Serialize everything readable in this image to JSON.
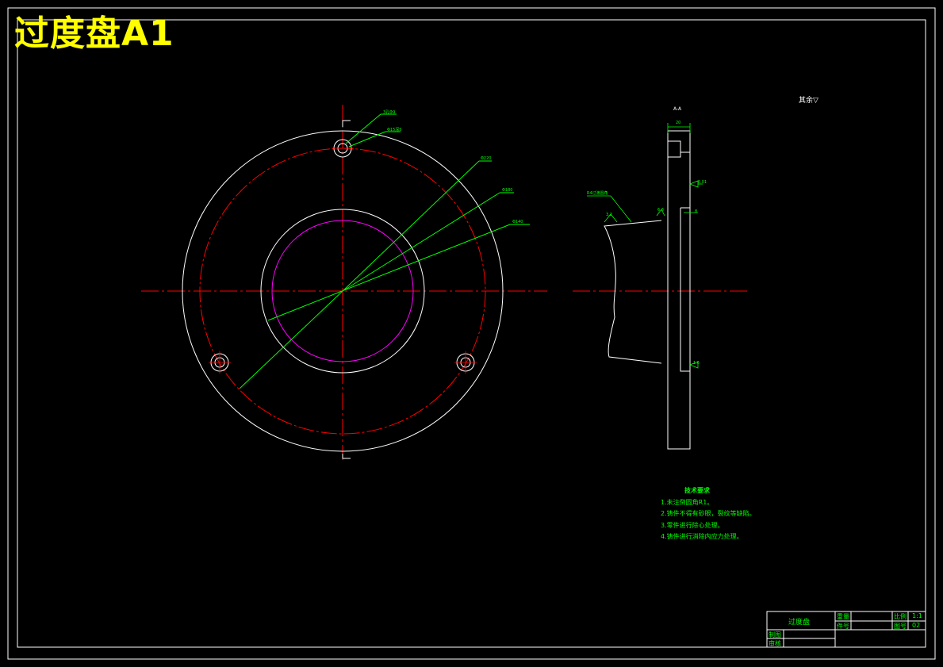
{
  "drawing": {
    "title": "过度盘A1",
    "roughness_note": "其余▽",
    "section_label": "A-A"
  },
  "annotations": {
    "hole_callout_1": "3孔Φ9",
    "hole_callout_2": "Φ15深5",
    "dia_1": "Φ220",
    "dia_2": "Φ180",
    "dia_3": "Φ140",
    "dim_top": "20",
    "surface_note": "R4过渡圆角",
    "tol_1": "0.01",
    "rough_1": "3.2",
    "rough_2": "6.3",
    "rough_3": "1.6",
    "side_dim": "8"
  },
  "tech_requirements": {
    "heading": "技术要求",
    "items": [
      "1.未注倒圆角R1。",
      "2.铸件不得有砂眼，裂纹等缺陷。",
      "3.零件进行除心处理。",
      "4.铸件进行消除内应力处理。"
    ]
  },
  "title_block": {
    "part_name": "过度盘",
    "material_label": "重量",
    "count_label": "件号",
    "scale_label": "比例",
    "scale_value": "1:1",
    "drawing_no_label": "图号",
    "drawing_no_value": "02",
    "drawn_label": "制图",
    "checked_label": "审核"
  },
  "colors": {
    "background": "#000000",
    "outline": "#ffffff",
    "center_line": "#ff0000",
    "pitch_circle": "#ff0000",
    "bore_circle": "#ff00ff",
    "dimension": "#00ff00",
    "title": "#ffff00"
  }
}
